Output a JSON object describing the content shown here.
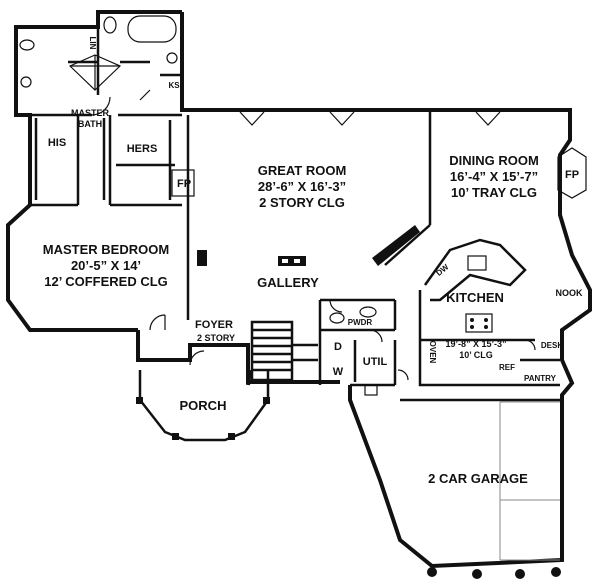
{
  "rooms": {
    "master_bath": [
      "MASTER",
      "BATH"
    ],
    "his": "HIS",
    "hers": "HERS",
    "lin": "LIN",
    "ks": "KS",
    "great_room": [
      "GREAT ROOM",
      "28’-6” X 16’-3”",
      "2 STORY CLG"
    ],
    "dining_room": [
      "DINING ROOM",
      "16’-4” X 15’-7”",
      "10’ TRAY CLG"
    ],
    "master_bedroom": [
      "MASTER BEDROOM",
      "20’-5” X 14’",
      "12’ COFFERED CLG"
    ],
    "gallery": "GALLERY",
    "kitchen": "KITCHEN",
    "kitchen_dims": [
      "19’-8” X 15’-3”",
      "10’ CLG"
    ],
    "nook": "NOOK",
    "foyer": [
      "FOYER",
      "2 STORY"
    ],
    "pwdr": "PWDR",
    "util": "UTIL",
    "w": "W",
    "d": "D",
    "porch": "PORCH",
    "garage": "2 CAR GARAGE",
    "pantry": "PANTRY",
    "desk": "DESK",
    "ref": "REF",
    "oven": "OVEN",
    "dw": "DW",
    "fp_great": "FP",
    "fp_dining": "FP"
  }
}
